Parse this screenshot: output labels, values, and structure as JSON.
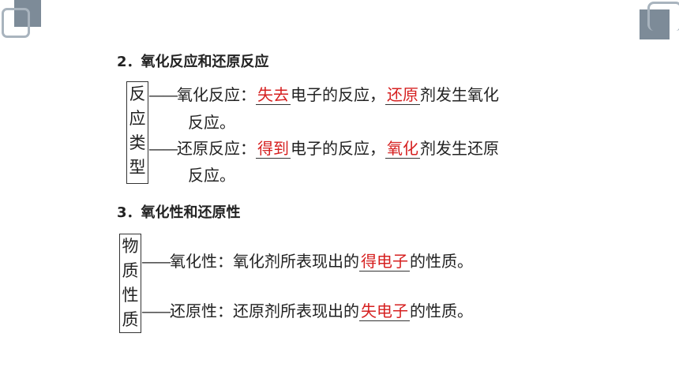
{
  "section2": {
    "title": "2．氧化反应和还原反应",
    "box_chars": [
      "反",
      "应",
      "类",
      "型"
    ],
    "row1": {
      "dash": "——",
      "label": "氧化反应：",
      "blank1": "失去",
      "text1": "电子的反应，",
      "blank2": "还原",
      "text2": "剂发生氧化",
      "cont": "反应。"
    },
    "row2": {
      "dash": "——",
      "label": "还原反应：",
      "blank1": "得到",
      "text1": "电子的反应，",
      "blank2": "氧化",
      "text2": "剂发生还原",
      "cont": "反应。"
    }
  },
  "section3": {
    "title": "3．氧化性和还原性",
    "box_chars": [
      "物",
      "质",
      "性",
      "质"
    ],
    "row1": {
      "dash": "——",
      "label": "氧化性：",
      "text1": "氧化剂所表现出的",
      "blank": "得电子",
      "text2": "的性质。"
    },
    "row2": {
      "dash": "——",
      "label": "还原性：",
      "text1": "还原剂所表现出的",
      "blank": "失电子",
      "text2": "的性质。"
    }
  },
  "colors": {
    "answer": "#d62020",
    "decoration": "#7d8b98"
  }
}
